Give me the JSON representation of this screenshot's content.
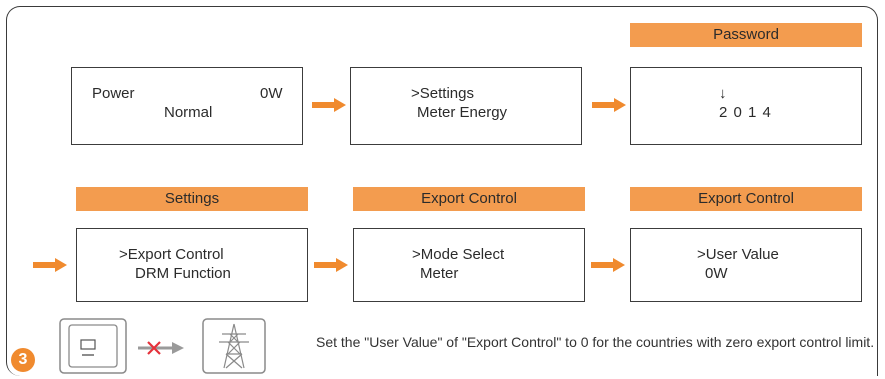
{
  "headers": {
    "password": "Password",
    "settings": "Settings",
    "export_control_1": "Export Control",
    "export_control_2": "Export Control"
  },
  "screens": {
    "power": {
      "line1_left": "Power",
      "line1_right": "0W",
      "line2": "Normal"
    },
    "menu": {
      "line1": ">Settings",
      "line2": "Meter Energy"
    },
    "password": {
      "line1": "↓",
      "line2": "2 0 1 4"
    },
    "settings": {
      "line1": ">Export Control",
      "line2": "DRM Function"
    },
    "mode": {
      "line1": ">Mode Select",
      "line2": "Meter"
    },
    "user_value": {
      "line1": ">User Value",
      "line2": "0W"
    }
  },
  "footer": {
    "step_number": "3",
    "note": "Set the \"User Value\" of \"Export Control\" to 0 for the countries with zero export control limit."
  },
  "colors": {
    "accent": "#f39c4f",
    "arrow": "#f08a2e",
    "cross": "#e5313a"
  }
}
